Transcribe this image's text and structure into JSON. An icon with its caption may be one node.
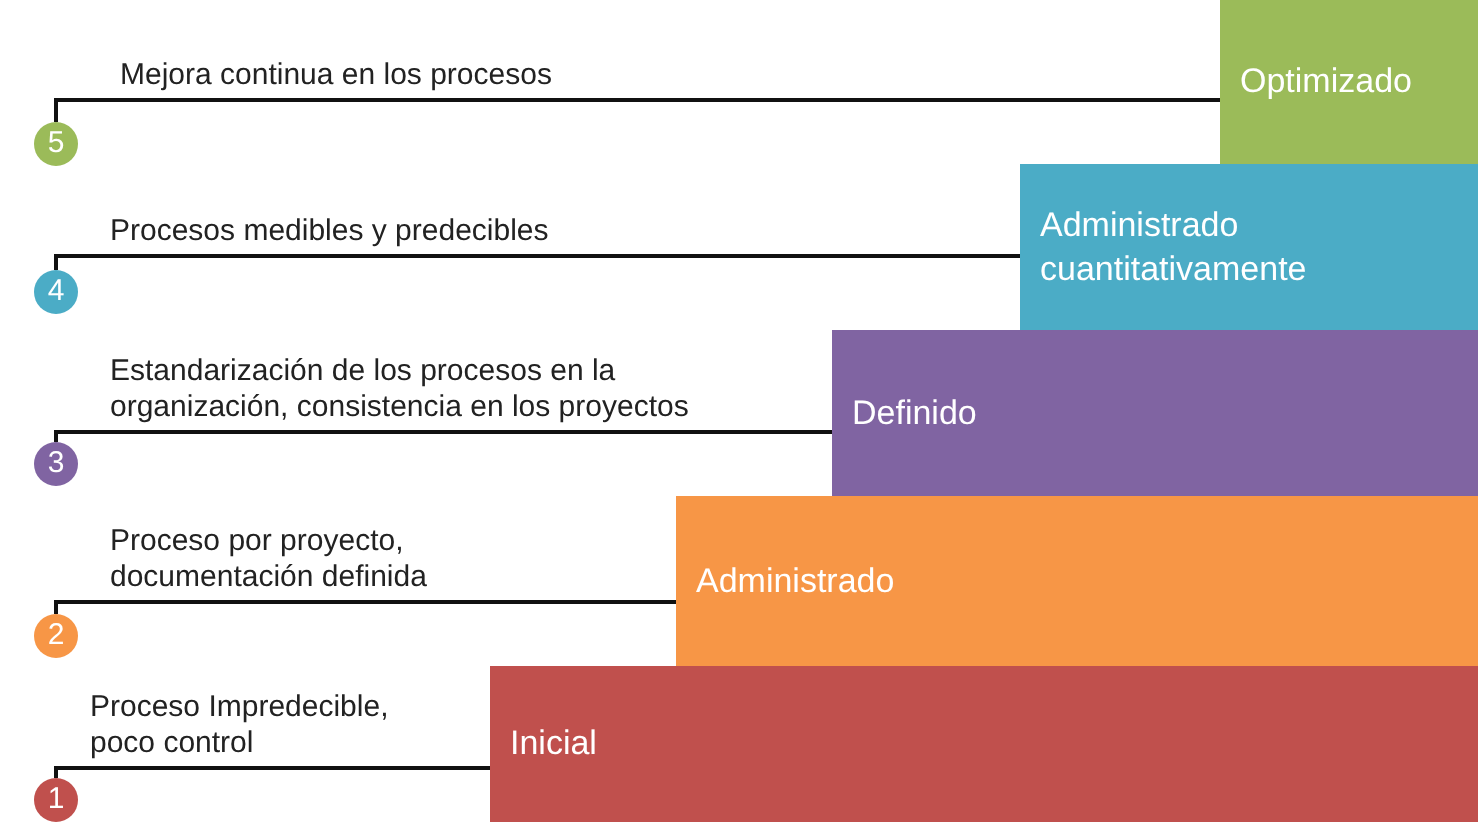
{
  "diagram": {
    "nodes": [
      {
        "text": [
          "5"
        ]
      },
      {
        "text": [
          "4"
        ]
      },
      {
        "text": [
          "3"
        ]
      },
      {
        "text": [
          "2"
        ]
      },
      {
        "text": [
          "1"
        ]
      },
      {
        "text": [
          "Optimizado"
        ]
      },
      {
        "text": [
          "Administrado cuantitativamente"
        ]
      },
      {
        "text": [
          "Definido"
        ]
      },
      {
        "text": [
          "Administrado"
        ]
      },
      {
        "text": [
          "Inicial"
        ]
      }
    ],
    "edges": [
      {
        "from": 0,
        "to": 5,
        "arrow": "none",
        "label": "Mejora continua en los procesos"
      },
      {
        "from": 1,
        "to": 6,
        "arrow": "none",
        "label": "Procesos medibles y predecibles"
      },
      {
        "from": 2,
        "to": 7,
        "arrow": "none",
        "label": "Estandarización de los procesos en la organización, consistencia en los proyectos"
      },
      {
        "from": 3,
        "to": 8,
        "arrow": "none",
        "label": "Proceso por proyecto, documentación definida"
      },
      {
        "from": 4,
        "to": 9,
        "arrow": "none",
        "label": "Proceso Impredecible, poco control"
      }
    ]
  }
}
